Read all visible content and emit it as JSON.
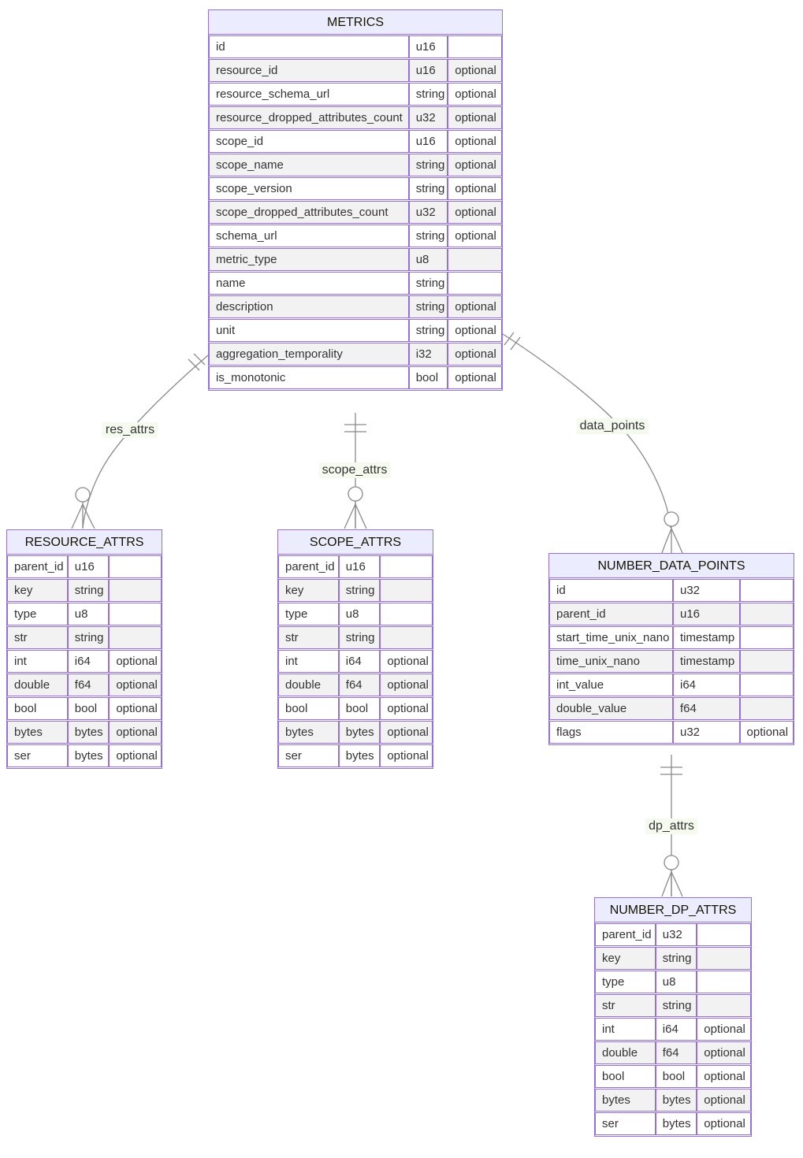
{
  "diagram": {
    "entities": [
      {
        "title": "METRICS",
        "rows": [
          [
            "id",
            "u16",
            ""
          ],
          [
            "resource_id",
            "u16",
            "optional"
          ],
          [
            "resource_schema_url",
            "string",
            "optional"
          ],
          [
            "resource_dropped_attributes_count",
            "u32",
            "optional"
          ],
          [
            "scope_id",
            "u16",
            "optional"
          ],
          [
            "scope_name",
            "string",
            "optional"
          ],
          [
            "scope_version",
            "string",
            "optional"
          ],
          [
            "scope_dropped_attributes_count",
            "u32",
            "optional"
          ],
          [
            "schema_url",
            "string",
            "optional"
          ],
          [
            "metric_type",
            "u8",
            ""
          ],
          [
            "name",
            "string",
            ""
          ],
          [
            "description",
            "string",
            "optional"
          ],
          [
            "unit",
            "string",
            "optional"
          ],
          [
            "aggregation_temporality",
            "i32",
            "optional"
          ],
          [
            "is_monotonic",
            "bool",
            "optional"
          ]
        ]
      },
      {
        "title": "RESOURCE_ATTRS",
        "rows": [
          [
            "parent_id",
            "u16",
            ""
          ],
          [
            "key",
            "string",
            ""
          ],
          [
            "type",
            "u8",
            ""
          ],
          [
            "str",
            "string",
            ""
          ],
          [
            "int",
            "i64",
            "optional"
          ],
          [
            "double",
            "f64",
            "optional"
          ],
          [
            "bool",
            "bool",
            "optional"
          ],
          [
            "bytes",
            "bytes",
            "optional"
          ],
          [
            "ser",
            "bytes",
            "optional"
          ]
        ]
      },
      {
        "title": "SCOPE_ATTRS",
        "rows": [
          [
            "parent_id",
            "u16",
            ""
          ],
          [
            "key",
            "string",
            ""
          ],
          [
            "type",
            "u8",
            ""
          ],
          [
            "str",
            "string",
            ""
          ],
          [
            "int",
            "i64",
            "optional"
          ],
          [
            "double",
            "f64",
            "optional"
          ],
          [
            "bool",
            "bool",
            "optional"
          ],
          [
            "bytes",
            "bytes",
            "optional"
          ],
          [
            "ser",
            "bytes",
            "optional"
          ]
        ]
      },
      {
        "title": "NUMBER_DATA_POINTS",
        "rows": [
          [
            "id",
            "u32",
            ""
          ],
          [
            "parent_id",
            "u16",
            ""
          ],
          [
            "start_time_unix_nano",
            "timestamp",
            ""
          ],
          [
            "time_unix_nano",
            "timestamp",
            ""
          ],
          [
            "int_value",
            "i64",
            ""
          ],
          [
            "double_value",
            "f64",
            ""
          ],
          [
            "flags",
            "u32",
            "optional"
          ]
        ]
      },
      {
        "title": "NUMBER_DP_ATTRS",
        "rows": [
          [
            "parent_id",
            "u32",
            ""
          ],
          [
            "key",
            "string",
            ""
          ],
          [
            "type",
            "u8",
            ""
          ],
          [
            "str",
            "string",
            ""
          ],
          [
            "int",
            "i64",
            "optional"
          ],
          [
            "double",
            "f64",
            "optional"
          ],
          [
            "bool",
            "bool",
            "optional"
          ],
          [
            "bytes",
            "bytes",
            "optional"
          ],
          [
            "ser",
            "bytes",
            "optional"
          ]
        ]
      }
    ],
    "relationships": [
      {
        "from": "METRICS",
        "to": "RESOURCE_ATTRS",
        "label": "res_attrs",
        "cardinality": "exactly-one to zero-or-more"
      },
      {
        "from": "METRICS",
        "to": "SCOPE_ATTRS",
        "label": "scope_attrs",
        "cardinality": "exactly-one to zero-or-more"
      },
      {
        "from": "METRICS",
        "to": "NUMBER_DATA_POINTS",
        "label": "data_points",
        "cardinality": "exactly-one to zero-or-more"
      },
      {
        "from": "NUMBER_DATA_POINTS",
        "to": "NUMBER_DP_ATTRS",
        "label": "dp_attrs",
        "cardinality": "exactly-one to zero-or-more"
      }
    ],
    "colors": {
      "border_color": "#9370DB",
      "header_bg": "#ECECFF",
      "row_even_bg": "#f2f2f2",
      "row_odd_bg": "#ffffff",
      "edge_color": "#8a8a8a",
      "text_color": "#333333",
      "label_bg": "#f4faee"
    }
  }
}
